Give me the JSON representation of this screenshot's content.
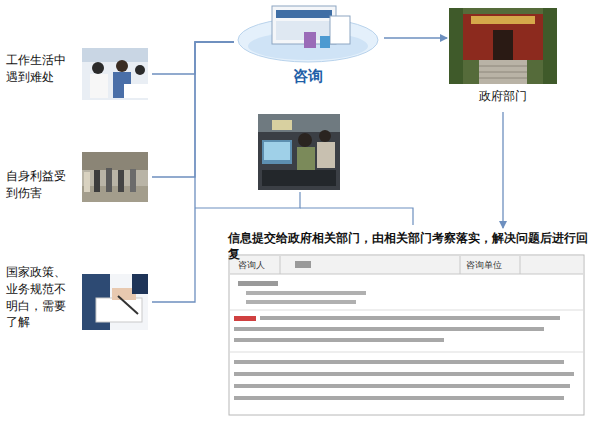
{
  "diagram": {
    "nodes": [
      {
        "text": [
          "工作生活中遇到难处"
        ]
      },
      {
        "text": [
          "自身利益受到伤害"
        ]
      },
      {
        "text": [
          "国家政策、业务规范不明白，需要了解"
        ]
      },
      {
        "text": [
          "咨询"
        ]
      },
      {
        "text": [
          "政府部门"
        ]
      },
      {
        "text": [
          "信息提交给政府相关部门，由相关部门考察落实，解决问题后进行回复"
        ]
      }
    ],
    "edges": [
      {
        "from": 0,
        "to": 3,
        "arrow": "none"
      },
      {
        "from": 1,
        "to": 3,
        "arrow": "none"
      },
      {
        "from": 2,
        "to": 3,
        "arrow": "none"
      },
      {
        "from": 3,
        "to": 4,
        "arrow": "to"
      },
      {
        "from": 4,
        "to": 5,
        "arrow": "to"
      }
    ],
    "labels": [
      "咨询人",
      "咨询单位"
    ]
  }
}
